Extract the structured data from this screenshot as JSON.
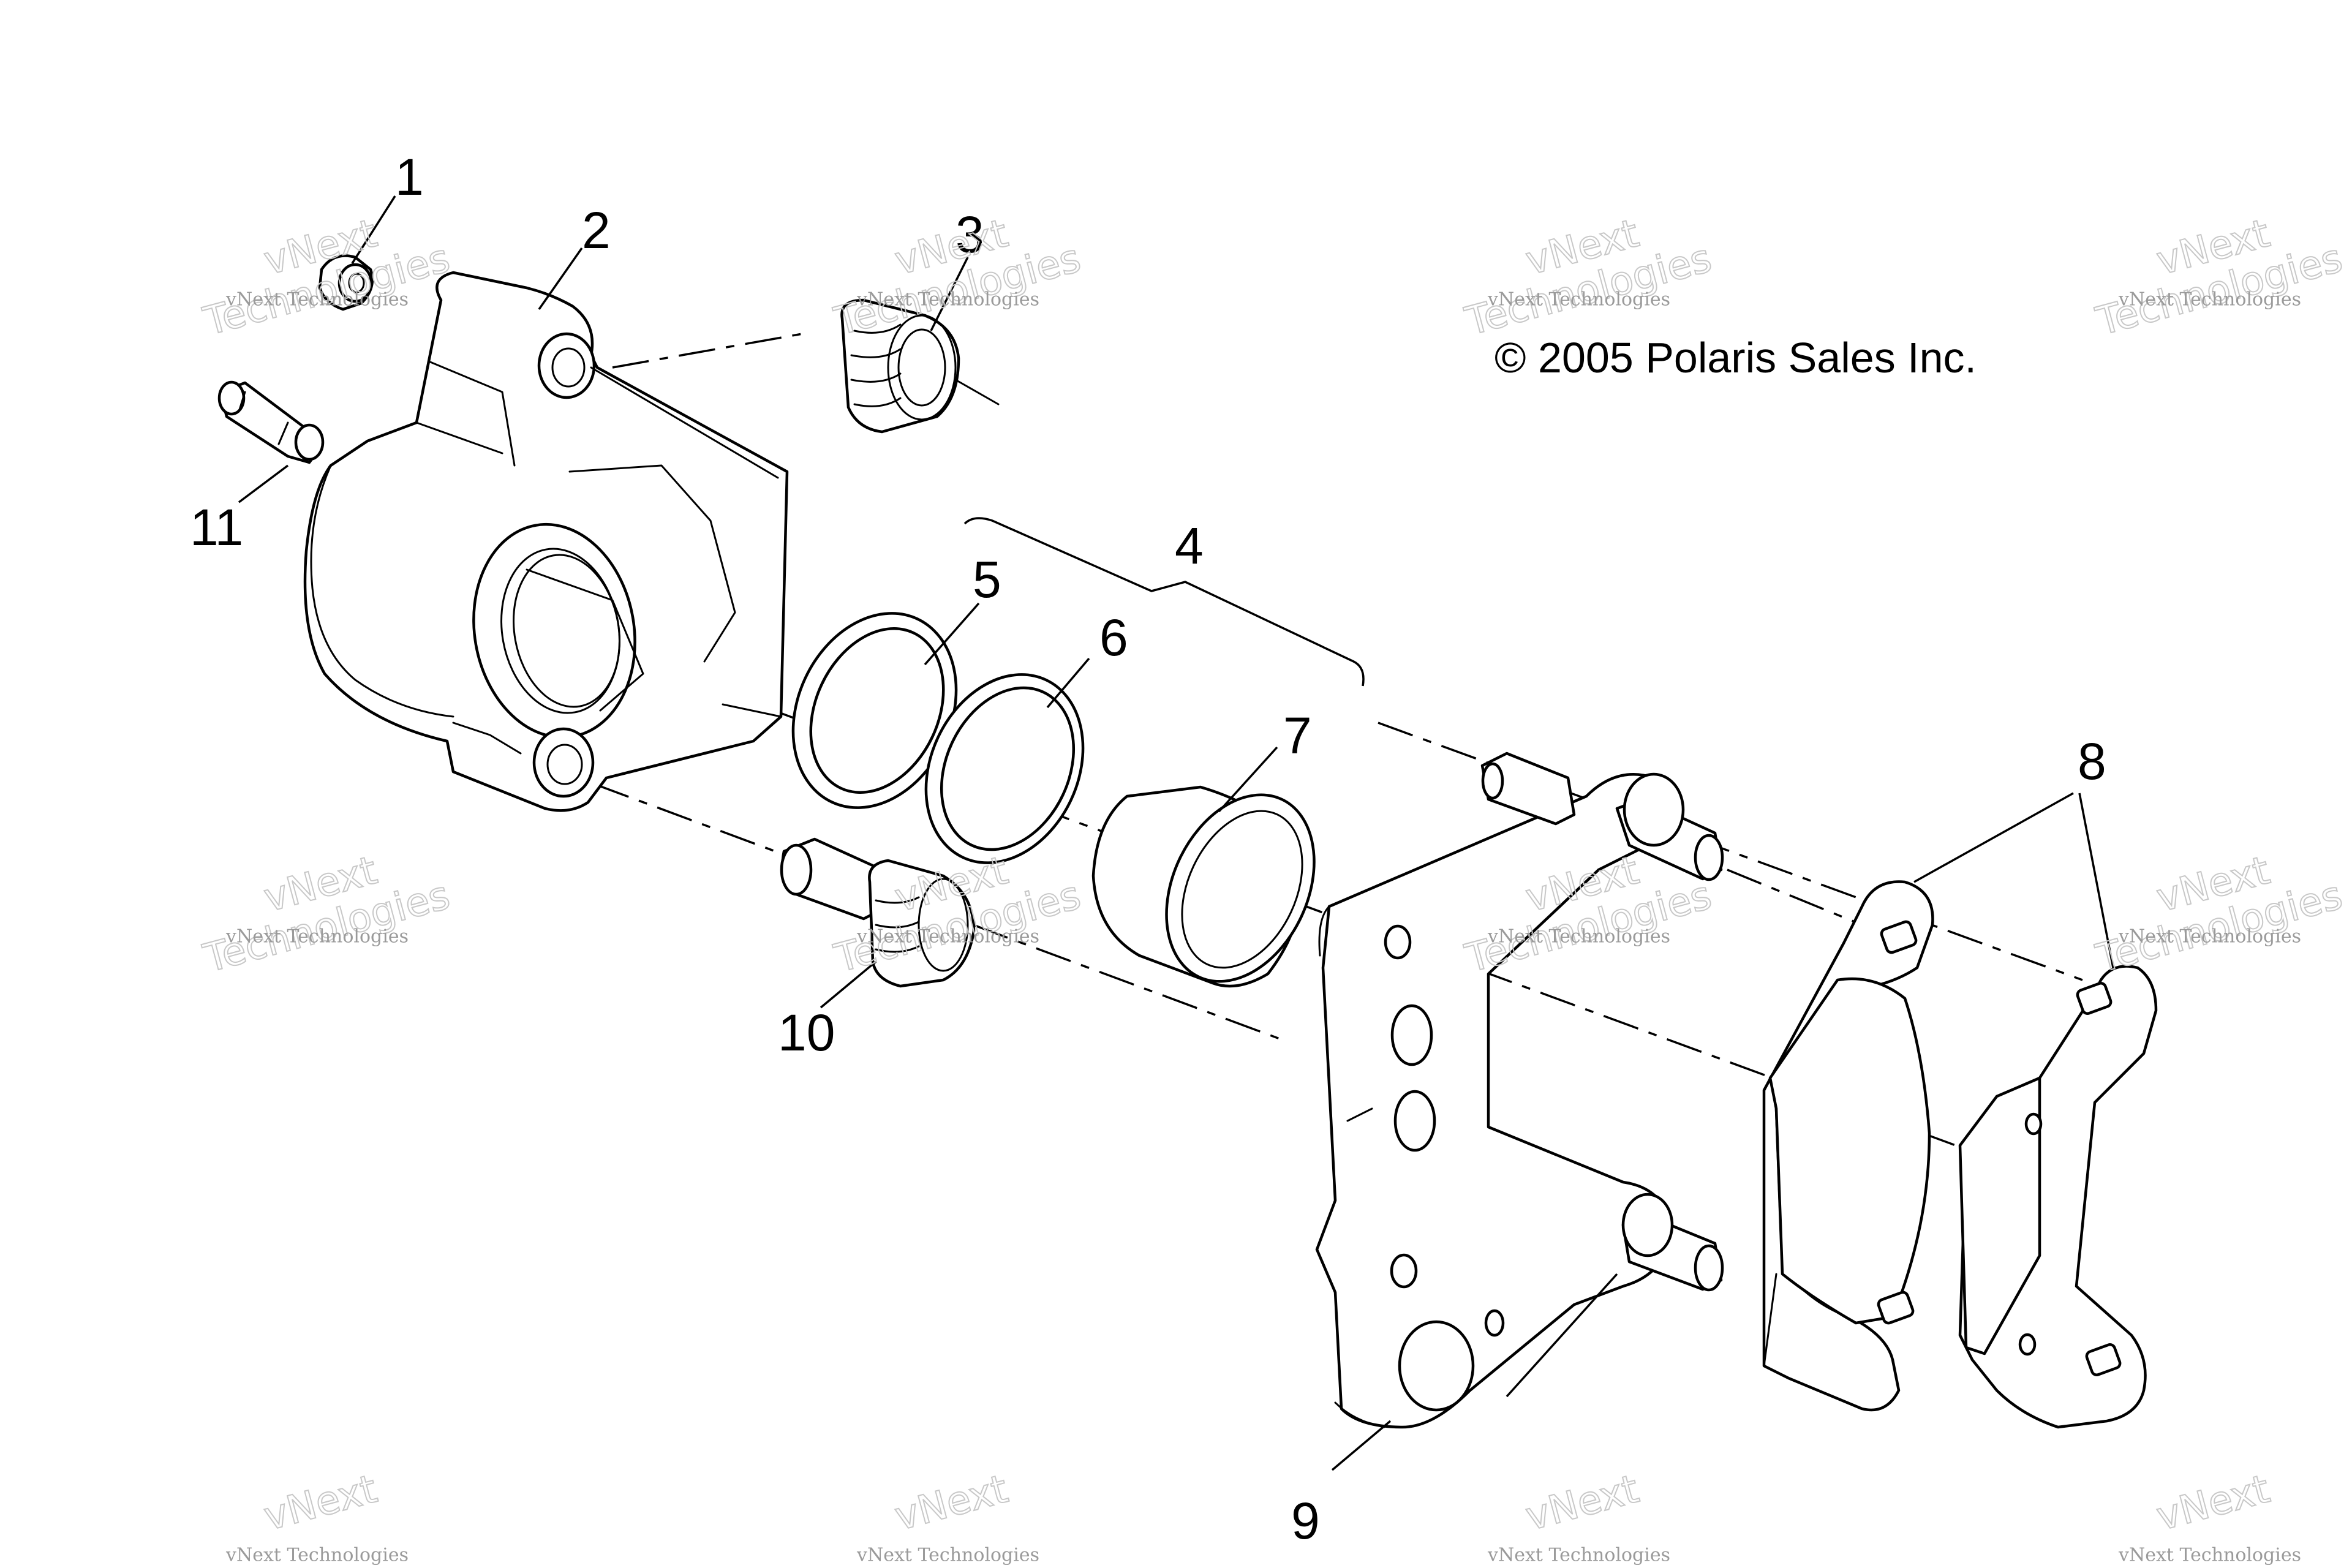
{
  "copyright": "© 2005 Polaris Sales Inc.",
  "watermark": {
    "line1": "vNext",
    "line2": "Technologies",
    "small": "vNext Technologies"
  },
  "callouts": [
    "1",
    "2",
    "3",
    "4",
    "5",
    "6",
    "7",
    "8",
    "9",
    "10",
    "11"
  ]
}
